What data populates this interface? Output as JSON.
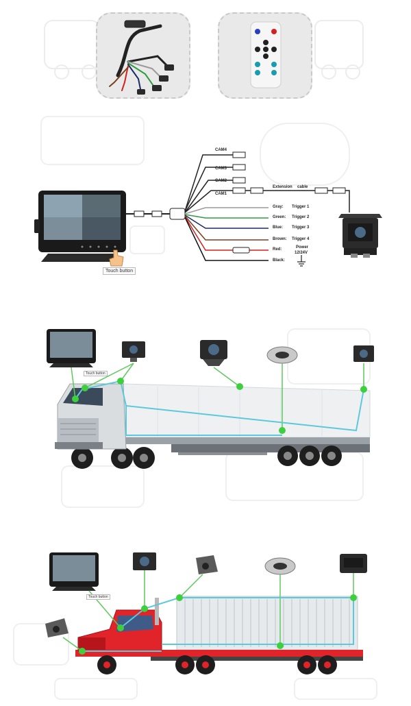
{
  "accessories": {
    "harness_icon": "cable-harness-icon",
    "remote_icon": "remote-control-icon"
  },
  "wiring": {
    "cam_labels": [
      "CAM4",
      "CAM3",
      "CAM2",
      "CAM1"
    ],
    "extension_label": "Extension",
    "cable_label": "cable",
    "wires": [
      {
        "color_name": "Gray:",
        "function": "Trigger 1",
        "color": "#9a9a9a"
      },
      {
        "color_name": "Green:",
        "function": "Trigger 2",
        "color": "#2e9b3e"
      },
      {
        "color_name": "Blue:",
        "function": "Trigger 3",
        "color": "#1b2a6b"
      },
      {
        "color_name": "Brown:",
        "function": "Trigger 4",
        "color": "#7a3e1a"
      },
      {
        "color_name": "Red:",
        "function": "Power",
        "color": "#d42020"
      },
      {
        "color_name": "Black:",
        "function": "",
        "color": "#111111"
      }
    ],
    "power_voltage": "12/24V",
    "touch_button": "Touch button"
  },
  "install_truck1": {
    "touch_button": "Touch button"
  },
  "install_truck2": {
    "touch_button": "Touch button"
  },
  "colors": {
    "connector_line": "#5ec95e",
    "cable_line": "#5bc8dc",
    "node": "#3ecf3e",
    "truck2_cab": "#e0242a"
  }
}
